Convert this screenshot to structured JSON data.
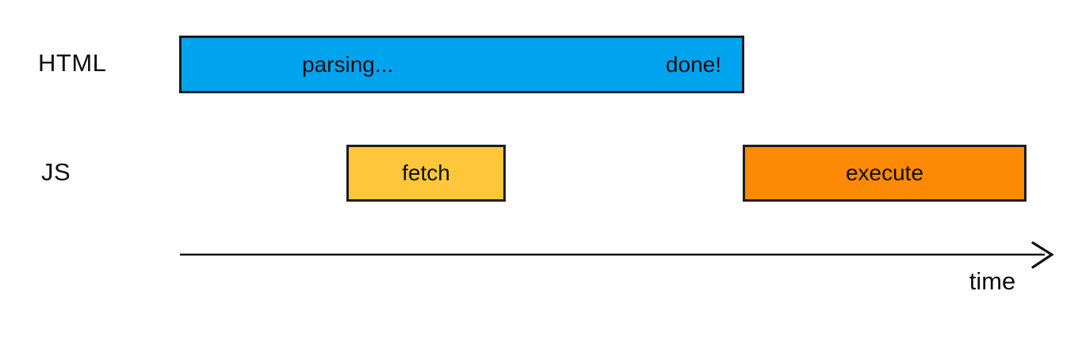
{
  "diagram": {
    "rows": [
      {
        "id": "html",
        "label": "HTML"
      },
      {
        "id": "js",
        "label": "JS"
      }
    ],
    "bars": {
      "parsing": {
        "row": "HTML",
        "label_left": "parsing...",
        "label_right": "done!"
      },
      "fetch": {
        "row": "JS",
        "label": "fetch"
      },
      "execute": {
        "row": "JS",
        "label": "execute"
      }
    },
    "axis": {
      "label": "time"
    },
    "colors": {
      "parsing_bar": "#00A3EE",
      "fetch_bar": "#FDC63B",
      "execute_bar": "#FC8A05",
      "bar_border": "#1C1C1C",
      "text": "#0D0D0D",
      "arrow": "#141414",
      "background": "#FFFFFF"
    }
  }
}
